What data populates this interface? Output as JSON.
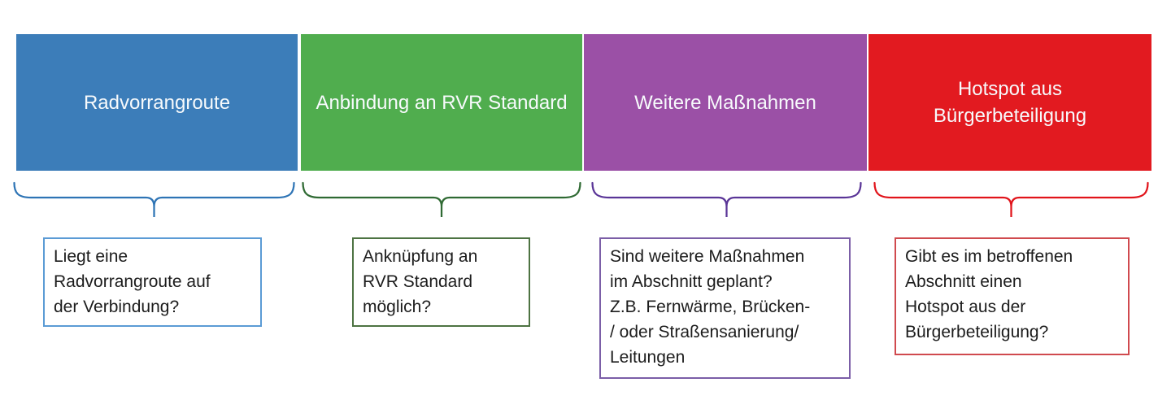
{
  "columns": [
    {
      "header_lines": [
        "Radvorrangroute"
      ],
      "description_lines": [
        "Liegt eine",
        "Radvorrangroute auf",
        "der Verbindung?"
      ],
      "colors": {
        "box_fill": "#3c7db9",
        "brace_stroke": "#2e74b5",
        "textbox_border": "#5b9bd5"
      }
    },
    {
      "header_lines": [
        "Anbindung an RVR Standard"
      ],
      "description_lines": [
        "Anknüpfung an",
        "RVR Standard",
        "möglich?"
      ],
      "colors": {
        "box_fill": "#50ad4e",
        "brace_stroke": "#2f6a33",
        "textbox_border": "#4d7342"
      }
    },
    {
      "header_lines": [
        "Weitere Maßnahmen"
      ],
      "description_lines": [
        "Sind weitere Maßnahmen",
        "im Abschnitt geplant?",
        "Z.B. Fernwärme, Brücken-",
        "/ oder Straßensanierung/",
        "Leitungen"
      ],
      "colors": {
        "box_fill": "#9b50a6",
        "brace_stroke": "#5a3597",
        "textbox_border": "#7b5ea7"
      }
    },
    {
      "header_lines": [
        "Hotspot aus",
        "Bürgerbeteiligung"
      ],
      "description_lines": [
        "Gibt es im betroffenen",
        "Abschnitt einen",
        "Hotspot aus der",
        "Bürgerbeteiligung?"
      ],
      "colors": {
        "box_fill": "#e21a20",
        "brace_stroke": "#e1141b",
        "textbox_border": "#d04a4e"
      }
    }
  ]
}
